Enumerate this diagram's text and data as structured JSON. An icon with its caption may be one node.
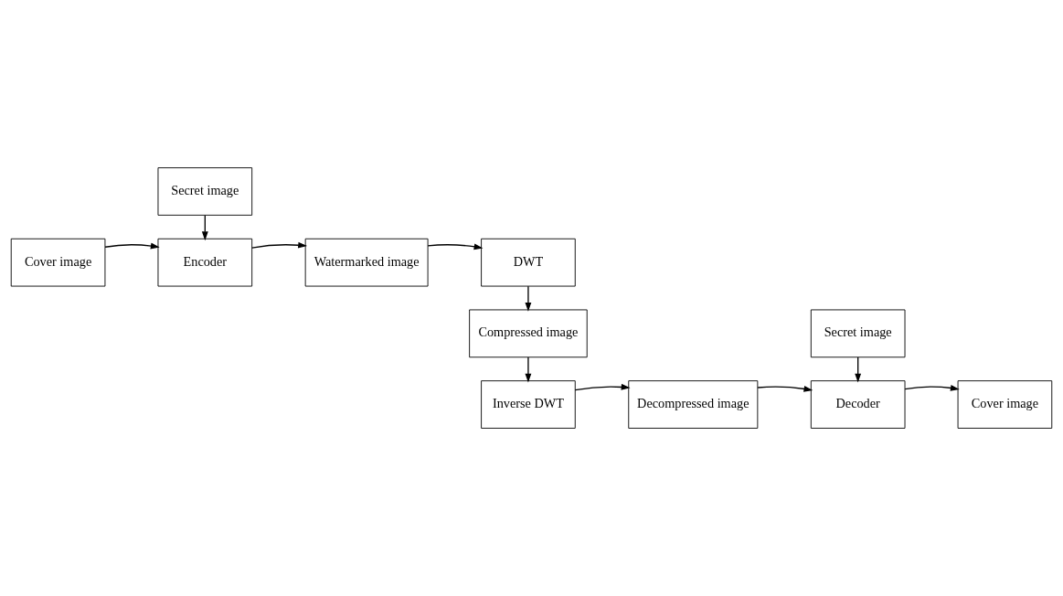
{
  "diagram": {
    "nodes": [
      {
        "text": [
          "Secret image"
        ]
      },
      {
        "text": [
          "Cover image"
        ]
      },
      {
        "text": [
          "Encoder"
        ]
      },
      {
        "text": [
          "Watermarked image"
        ]
      },
      {
        "text": [
          "DWT"
        ]
      },
      {
        "text": [
          "Compressed image"
        ]
      },
      {
        "text": [
          "Inverse DWT"
        ]
      },
      {
        "text": [
          "Decompressed image"
        ]
      },
      {
        "text": [
          "Decoder"
        ]
      },
      {
        "text": [
          "Cover image"
        ]
      },
      {
        "text": [
          "Secret image"
        ]
      }
    ],
    "edges": [
      {
        "from": 0,
        "to": 2,
        "arrow": "to"
      },
      {
        "from": 1,
        "to": 2,
        "arrow": "to"
      },
      {
        "from": 2,
        "to": 3,
        "arrow": "to"
      },
      {
        "from": 3,
        "to": 4,
        "arrow": "to"
      },
      {
        "from": 4,
        "to": 5,
        "arrow": "to"
      },
      {
        "from": 5,
        "to": 6,
        "arrow": "to"
      },
      {
        "from": 6,
        "to": 7,
        "arrow": "to"
      },
      {
        "from": 7,
        "to": 8,
        "arrow": "to"
      },
      {
        "from": 8,
        "to": 9,
        "arrow": "to"
      },
      {
        "from": 10,
        "to": 8,
        "arrow": "to"
      }
    ]
  }
}
